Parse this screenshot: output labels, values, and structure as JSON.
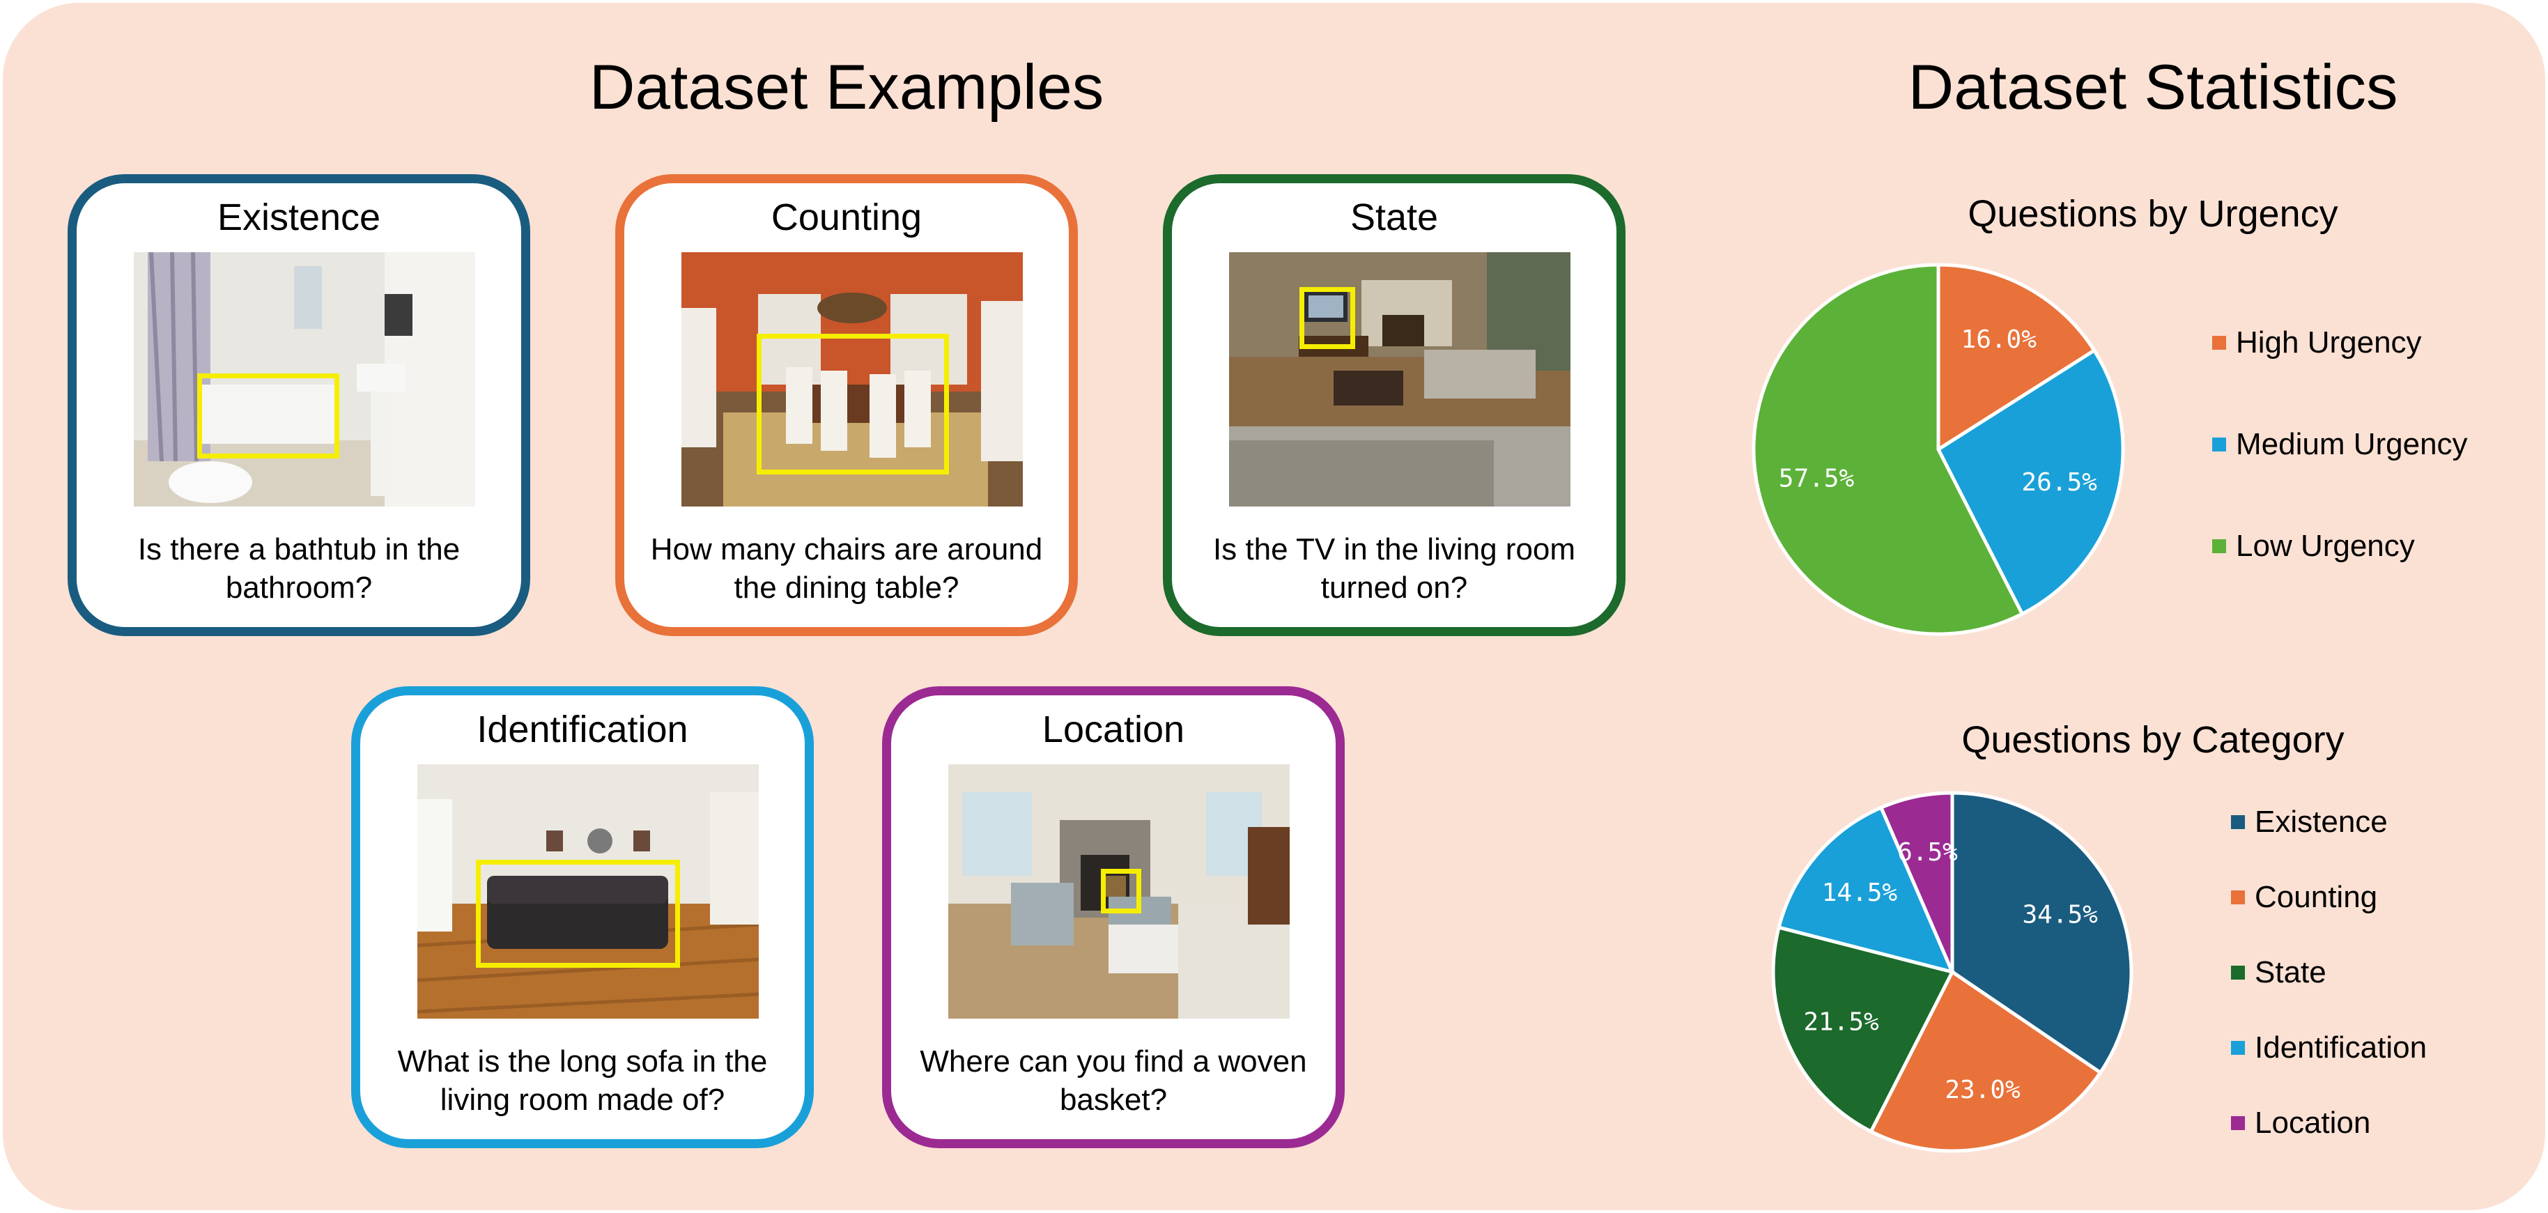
{
  "examples": {
    "title": "Dataset Examples",
    "cards": [
      {
        "category": "Existence",
        "question": "Is there a bathtub in the bathroom?",
        "color": "#1a5c80"
      },
      {
        "category": "Counting",
        "question": "How many chairs are around the dining table?",
        "color": "#e8723a"
      },
      {
        "category": "State",
        "question": "Is the TV in the living room turned on?",
        "color": "#1c6a2c"
      },
      {
        "category": "Identification",
        "question": "What is the long sofa in the living room made of?",
        "color": "#1aa0d8"
      },
      {
        "category": "Location",
        "question": "Where can you find a woven basket?",
        "color": "#9b2a93"
      }
    ],
    "highlight_color": "#f6ee00"
  },
  "statistics": {
    "title": "Dataset Statistics"
  },
  "chart_data": [
    {
      "type": "pie",
      "title": "Questions by Urgency",
      "categories": [
        "High Urgency",
        "Medium Urgency",
        "Low Urgency"
      ],
      "values": [
        16.0,
        26.5,
        57.5
      ],
      "labels": [
        "16.0%",
        "26.5%",
        "57.5%"
      ],
      "colors": [
        "#e8723a",
        "#1aa0d8",
        "#5cb138"
      ],
      "legend": "right"
    },
    {
      "type": "pie",
      "title": "Questions by Category",
      "categories": [
        "Existence",
        "Counting",
        "State",
        "Identification",
        "Location"
      ],
      "values": [
        34.5,
        23.0,
        21.5,
        14.5,
        6.5
      ],
      "labels": [
        "34.5%",
        "23.0%",
        "21.5%",
        "14.5%",
        "6.5%"
      ],
      "colors": [
        "#1a5c80",
        "#e8723a",
        "#1c6a2c",
        "#1aa0d8",
        "#9b2a93"
      ],
      "legend": "right"
    }
  ]
}
